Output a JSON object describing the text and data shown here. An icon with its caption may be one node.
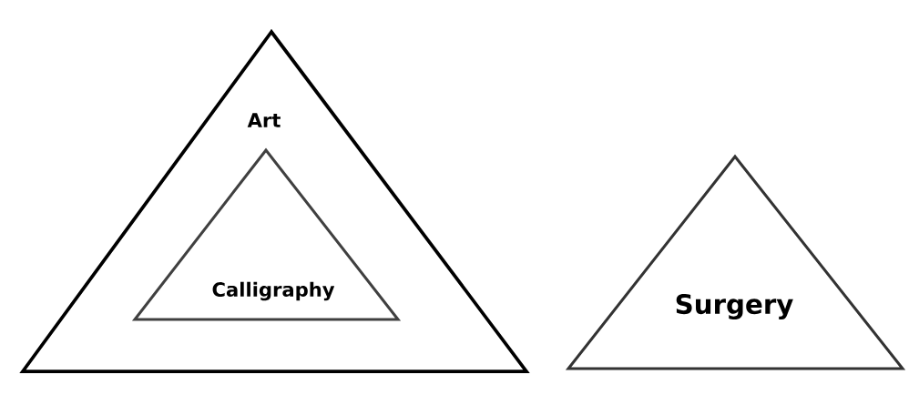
{
  "diagram": {
    "nodes": [
      {
        "text": [
          "Art"
        ]
      },
      {
        "text": [
          "Calligraphy"
        ],
        "in": 0
      },
      {
        "text": [
          "Surgery"
        ]
      }
    ]
  }
}
